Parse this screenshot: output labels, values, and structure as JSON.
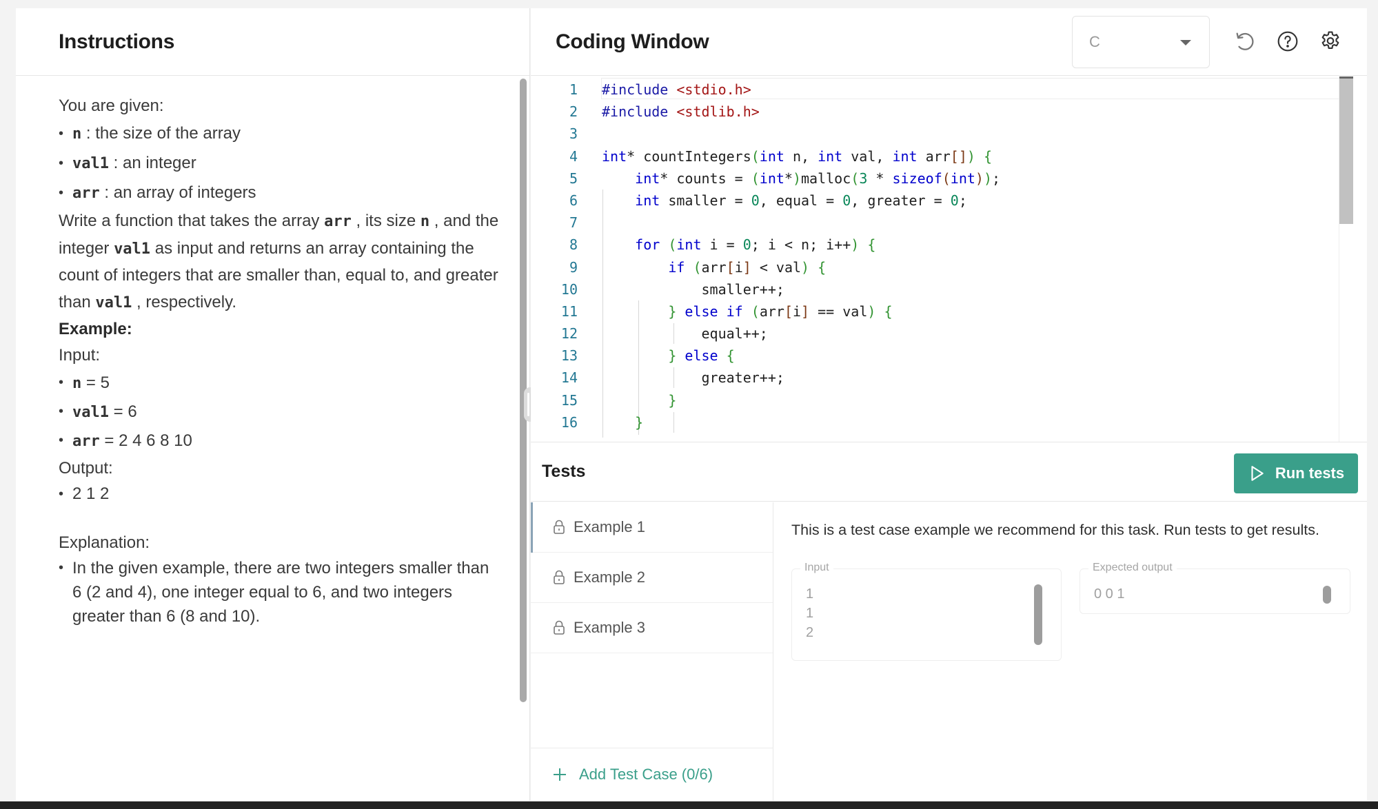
{
  "instructions": {
    "title": "Instructions",
    "intro": "You are given:",
    "given": [
      {
        "code": "n",
        "text": " : the size of the array"
      },
      {
        "code": "val1",
        "text": " : an integer"
      },
      {
        "code": "arr",
        "text": " : an array of integers"
      }
    ],
    "description": {
      "part1": "Write a function that takes the array ",
      "code1": "arr",
      "part2": " , its size ",
      "code2": "n",
      "part3": " , and the integer ",
      "code3": "val1",
      "part4": "  as input and returns an array containing the count of integers that are smaller than, equal to, and greater than ",
      "code4": "val1",
      "part5": " , respectively."
    },
    "example_heading": "Example:",
    "input_label": "Input:",
    "inputs": [
      {
        "code": "n",
        "text": " = 5"
      },
      {
        "code": "val1",
        "text": "  = 6"
      },
      {
        "code": "arr",
        "text": "  = 2 4 6 8 10"
      }
    ],
    "output_label": "Output:",
    "outputs": [
      "2 1 2"
    ],
    "explanation_label": "Explanation:",
    "explanations": [
      "In the given example, there are two integers smaller than 6 (2 and 4), one integer equal to 6, and two integers greater than 6 (8 and 10)."
    ]
  },
  "coding_window": {
    "title": "Coding Window",
    "language": "C",
    "icons": {
      "reset": "reset-icon",
      "help": "help-icon",
      "settings": "gear-icon"
    },
    "line_numbers": [
      "1",
      "2",
      "3",
      "4",
      "5",
      "6",
      "7",
      "8",
      "9",
      "10",
      "11",
      "12",
      "13",
      "14",
      "15",
      "16"
    ],
    "code_lines": [
      "#include <stdio.h>",
      "#include <stdlib.h>",
      "",
      "int* countIntegers(int n, int val, int arr[]) {",
      "    int* counts = (int*)malloc(3 * sizeof(int));",
      "    int smaller = 0, equal = 0, greater = 0;",
      "",
      "    for (int i = 0; i < n; i++) {",
      "        if (arr[i] < val) {",
      "            smaller++;",
      "        } else if (arr[i] == val) {",
      "            equal++;",
      "        } else {",
      "            greater++;",
      "        }",
      "    }"
    ]
  },
  "tests": {
    "title": "Tests",
    "run_label": "Run tests",
    "items": [
      {
        "label": "Example 1",
        "active": true
      },
      {
        "label": "Example 2",
        "active": false
      },
      {
        "label": "Example 3",
        "active": false
      }
    ],
    "add_label": "Add Test Case (0/6)",
    "note": "This is a test case example we recommend for this task. Run tests to get results.",
    "input_label": "Input",
    "input_value": "1\n1\n2",
    "expected_label": "Expected output",
    "expected_value": "0 0 1"
  },
  "colors": {
    "accent": "#3a9f8a",
    "line_number": "#237893",
    "keyword": "#0000cc"
  }
}
